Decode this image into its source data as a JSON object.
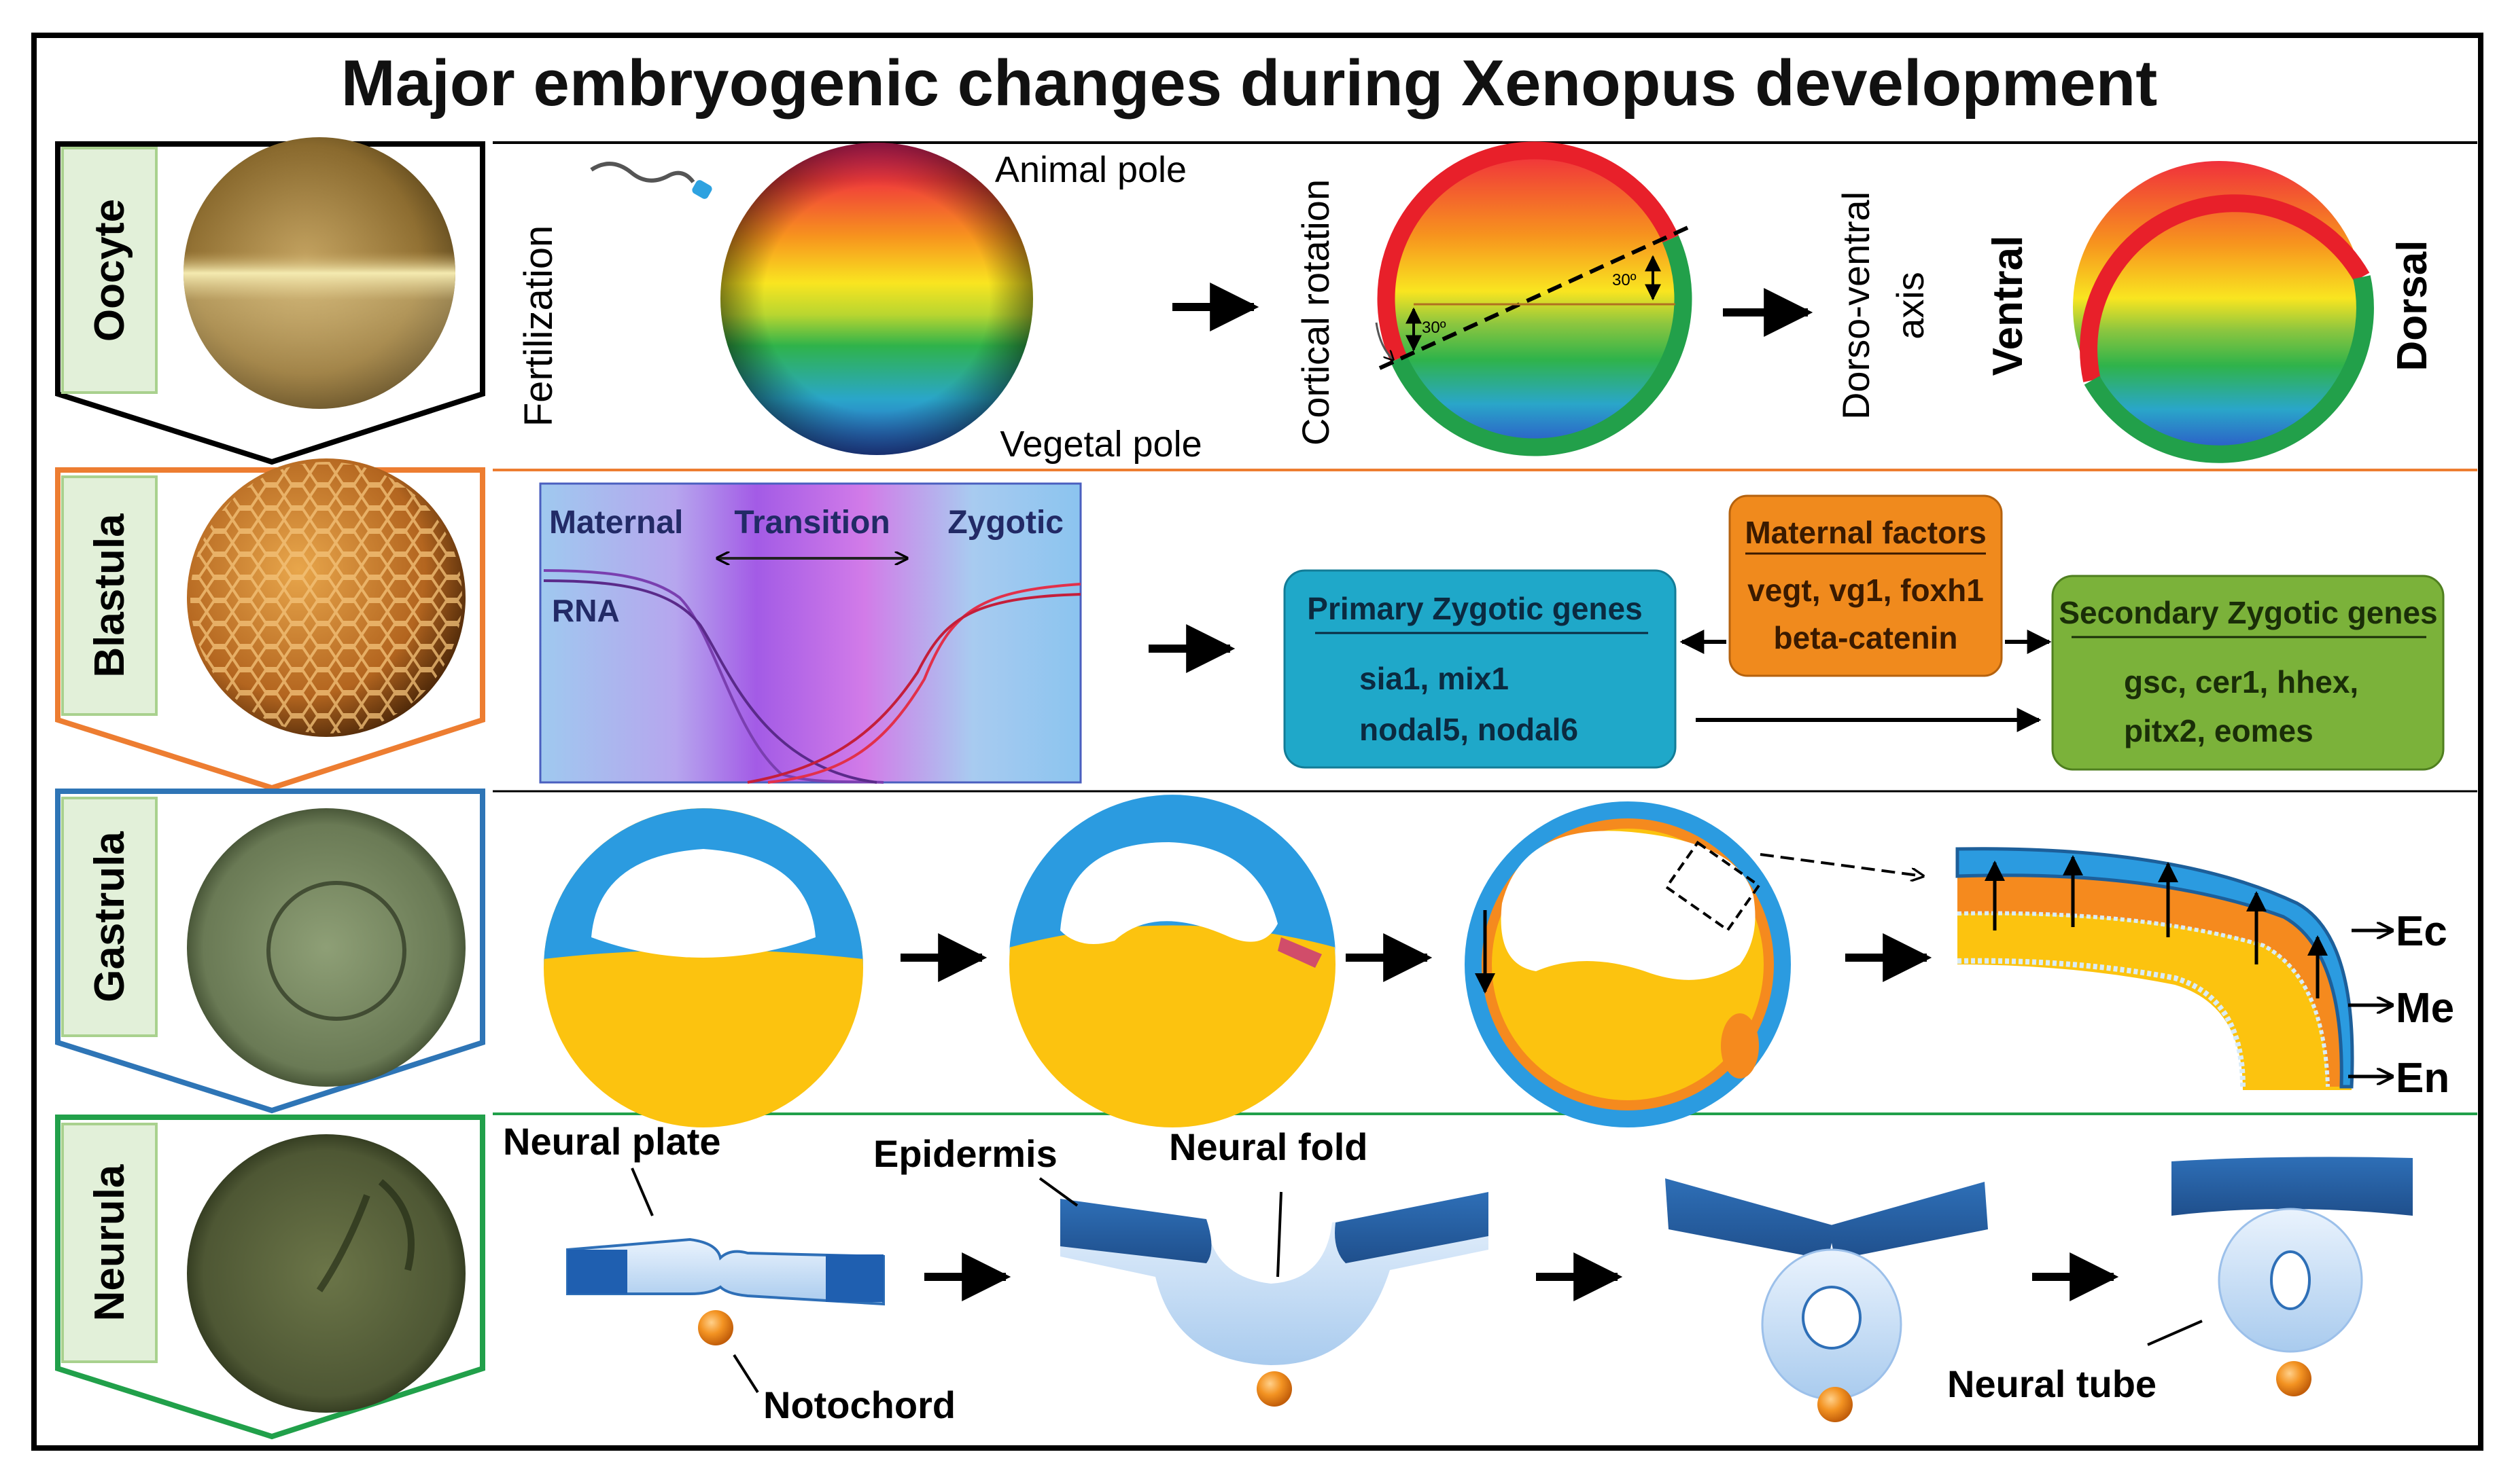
{
  "title": "Major embryogenic changes during Xenopus development",
  "stages": {
    "oocyte": "Oocyte",
    "blastula": "Blastula",
    "gastrula": "Gastrula",
    "neurula": "Neurula"
  },
  "stage_colors": {
    "oocyte": "#000000",
    "blastula": "#ed7d31",
    "gastrula": "#2e75b6",
    "neurula": "#21a04a",
    "label_fill": "#e2f0d9"
  },
  "row1": {
    "fertilization": "Fertilization",
    "animal_pole": "Animal pole",
    "vegetal_pole": "Vegetal pole",
    "cortical_rotation": "Cortical rotation",
    "angle_label": "30º",
    "dv_axis_line1": "Dorso-ventral",
    "dv_axis_line2": "axis",
    "ventral": "Ventral",
    "dorsal": "Dorsal"
  },
  "row2": {
    "maternal": "Maternal",
    "transition": "Transition",
    "zygotic": "Zygotic",
    "rna": "RNA",
    "primary_title": "Primary Zygotic genes",
    "primary_genes_1": "sia1, mix1",
    "primary_genes_2": "nodal5, nodal6",
    "maternal_title": "Maternal factors",
    "maternal_1": "vegt, vg1, foxh1",
    "maternal_2": "beta-catenin",
    "secondary_title": "Secondary Zygotic genes",
    "secondary_1": "gsc, cer1, hhex,",
    "secondary_2": "pitx2, eomes",
    "box_colors": {
      "primary": "#1fa8c9",
      "maternal": "#f08a1d",
      "secondary": "#7bb23a"
    }
  },
  "row3": {
    "ec": "Ec",
    "me": "Me",
    "en": "En",
    "layer_colors": {
      "ectoderm": "#2b9be0",
      "mesoderm": "#f58a1e",
      "endoderm": "#fcc30f"
    }
  },
  "row4": {
    "neural_plate": "Neural plate",
    "notochord": "Notochord",
    "epidermis": "Epidermis",
    "neural_fold": "Neural fold",
    "neural_tube": "Neural tube"
  }
}
